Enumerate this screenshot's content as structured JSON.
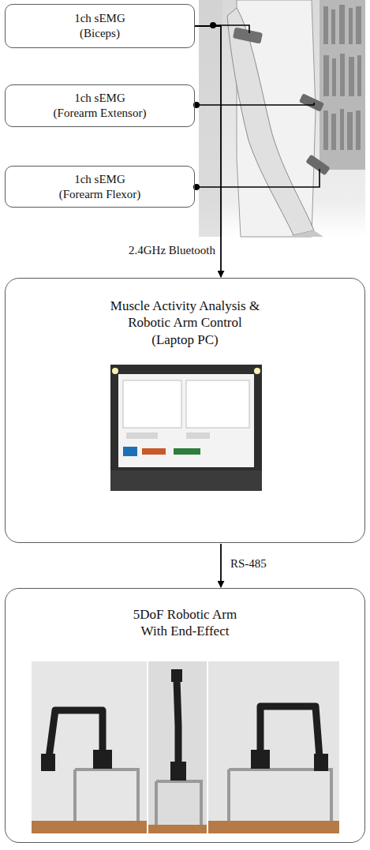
{
  "diagram": {
    "nodes": [
      {
        "text": [
          "1ch sEMG",
          "(Biceps)"
        ]
      },
      {
        "text": [
          "1ch sEMG",
          "(Forearm Extensor)"
        ]
      },
      {
        "text": [
          "1ch sEMG",
          "(Forearm Flexor)"
        ]
      },
      {
        "text": [
          "Muscle Activity Analysis & Robotic Arm Control",
          "(Laptop PC)"
        ]
      },
      {
        "text": [
          "5DoF Robotic Arm With End-Effect"
        ]
      }
    ],
    "edges": [
      {
        "from": 0,
        "to": 3,
        "label": "2.4GHz Bluetooth",
        "arrow": "to"
      },
      {
        "from": 3,
        "to": 4,
        "label": "RS-485",
        "arrow": "to"
      }
    ]
  }
}
